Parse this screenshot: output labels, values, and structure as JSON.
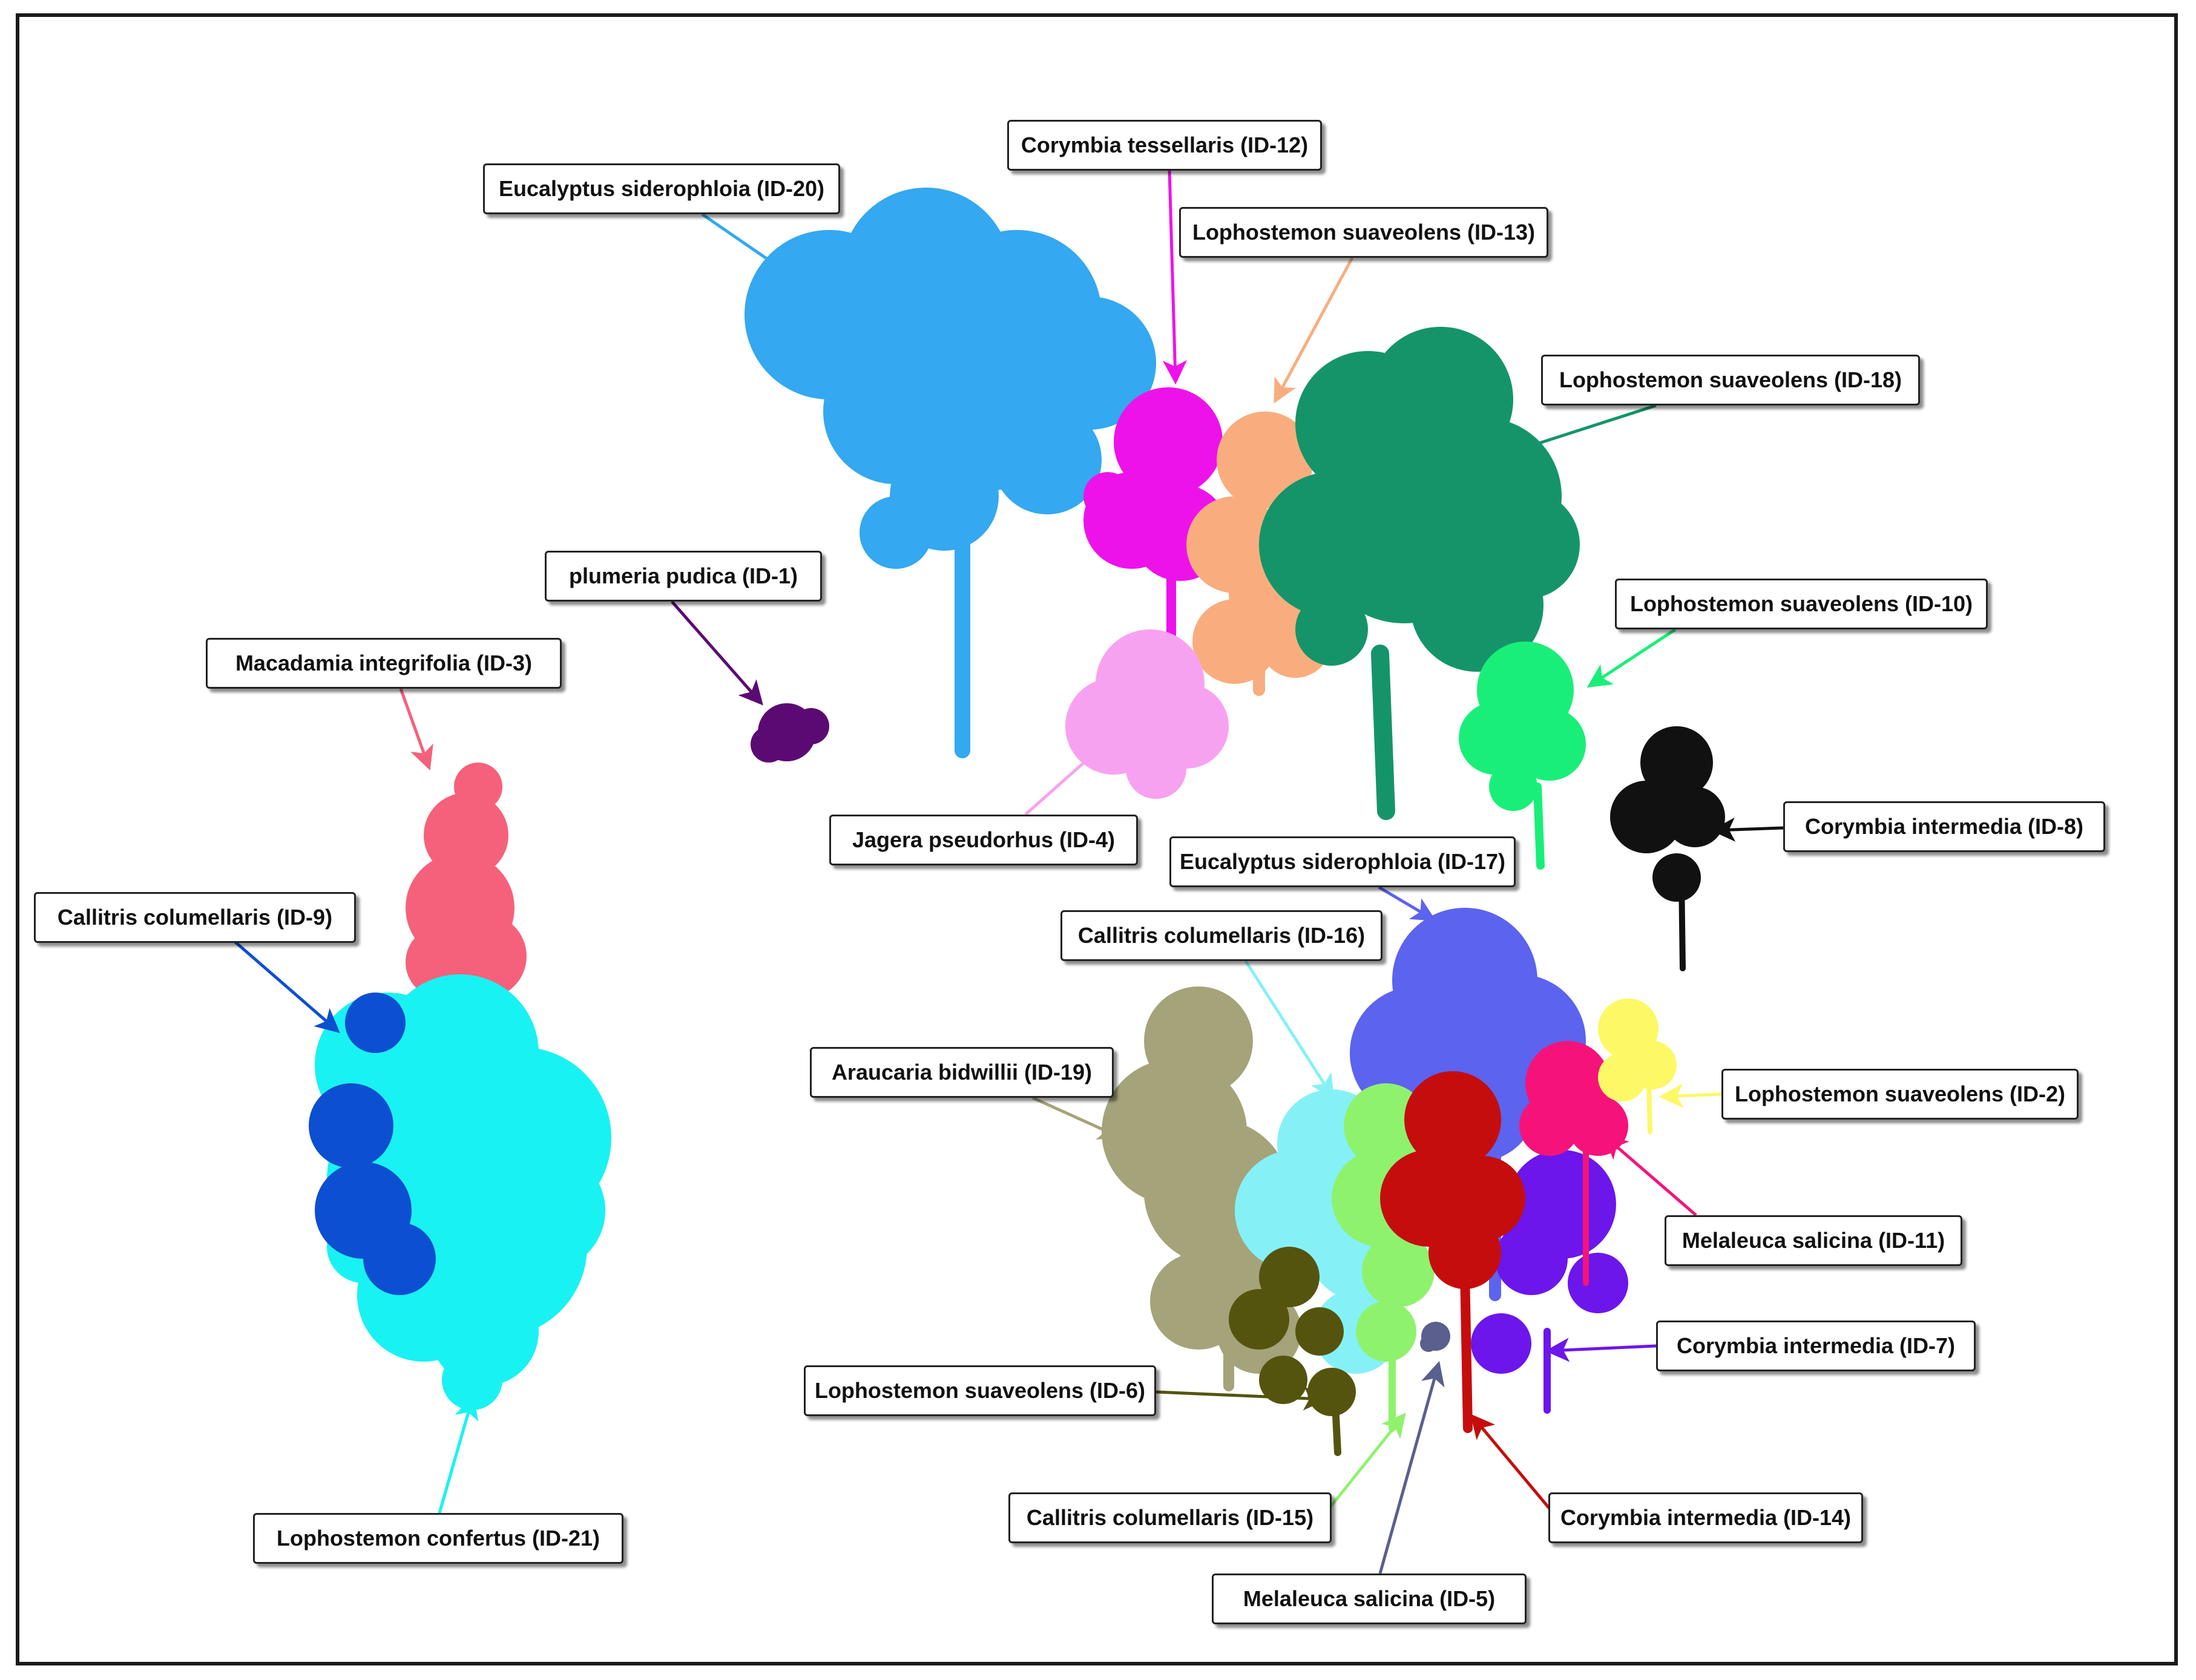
{
  "figure": {
    "background": "#ffffff",
    "border_color": "#1a1a1a"
  },
  "trees": [
    {
      "id": "ID-20",
      "label": "Eucalyptus siderophloia (ID-20)",
      "color": "#34a8f0",
      "icon": "eucalyptus-tree-icon"
    },
    {
      "id": "ID-12",
      "label": "Corymbia tessellaris (ID-12)",
      "color": "#ee12ea",
      "icon": "corymbia-tree-icon"
    },
    {
      "id": "ID-13",
      "label": "Lophostemon suaveolens (ID-13)",
      "color": "#f9ad7e",
      "icon": "lophostemon-tree-icon"
    },
    {
      "id": "ID-18",
      "label": "Lophostemon suaveolens (ID-18)",
      "color": "#15946a",
      "icon": "lophostemon-tree-icon"
    },
    {
      "id": "ID-1",
      "label": "plumeria pudica (ID-1)",
      "color": "#5c0a73",
      "icon": "plumeria-tree-icon"
    },
    {
      "id": "ID-10",
      "label": "Lophostemon suaveolens (ID-10)",
      "color": "#19ef78",
      "icon": "lophostemon-tree-icon"
    },
    {
      "id": "ID-3",
      "label": "Macadamia integrifolia (ID-3)",
      "color": "#f5617a",
      "icon": "macadamia-tree-icon"
    },
    {
      "id": "ID-4",
      "label": "Jagera pseudorhus (ID-4)",
      "color": "#f7a2f0",
      "icon": "jagera-tree-icon"
    },
    {
      "id": "ID-8",
      "label": "Corymbia intermedia (ID-8)",
      "color": "#111111",
      "icon": "corymbia-tree-icon"
    },
    {
      "id": "ID-17",
      "label": "Eucalyptus siderophloia (ID-17)",
      "color": "#5c63ee",
      "icon": "eucalyptus-tree-icon"
    },
    {
      "id": "ID-9",
      "label": "Callitris columellaris (ID-9)",
      "color": "#0d4fd1",
      "icon": "callitris-tree-icon"
    },
    {
      "id": "ID-16",
      "label": "Callitris columellaris (ID-16)",
      "color": "#85f1f7",
      "icon": "callitris-tree-icon"
    },
    {
      "id": "ID-19",
      "label": "Araucaria bidwillii (ID-19)",
      "color": "#a5a37a",
      "icon": "araucaria-tree-icon"
    },
    {
      "id": "ID-2",
      "label": "Lophostemon suaveolens (ID-2)",
      "color": "#fdf865",
      "icon": "lophostemon-tree-icon"
    },
    {
      "id": "ID-11",
      "label": "Melaleuca salicina (ID-11)",
      "color": "#f5137a",
      "icon": "melaleuca-tree-icon"
    },
    {
      "id": "ID-7",
      "label": "Corymbia intermedia (ID-7)",
      "color": "#6c16eb",
      "icon": "corymbia-tree-icon"
    },
    {
      "id": "ID-6",
      "label": "Lophostemon suaveolens (ID-6)",
      "color": "#55540f",
      "icon": "lophostemon-tree-icon"
    },
    {
      "id": "ID-15",
      "label": "Callitris columellaris (ID-15)",
      "color": "#8ff26d",
      "icon": "callitris-tree-icon"
    },
    {
      "id": "ID-14",
      "label": "Corymbia intermedia (ID-14)",
      "color": "#c50d0d",
      "icon": "corymbia-tree-icon"
    },
    {
      "id": "ID-21",
      "label": "Lophostemon confertus (ID-21)",
      "color": "#19f2f2",
      "icon": "lophostemon-tree-icon"
    },
    {
      "id": "ID-5",
      "label": "Melaleuca salicina (ID-5)",
      "color": "#5a5f8e",
      "icon": "melaleuca-tree-icon"
    }
  ]
}
